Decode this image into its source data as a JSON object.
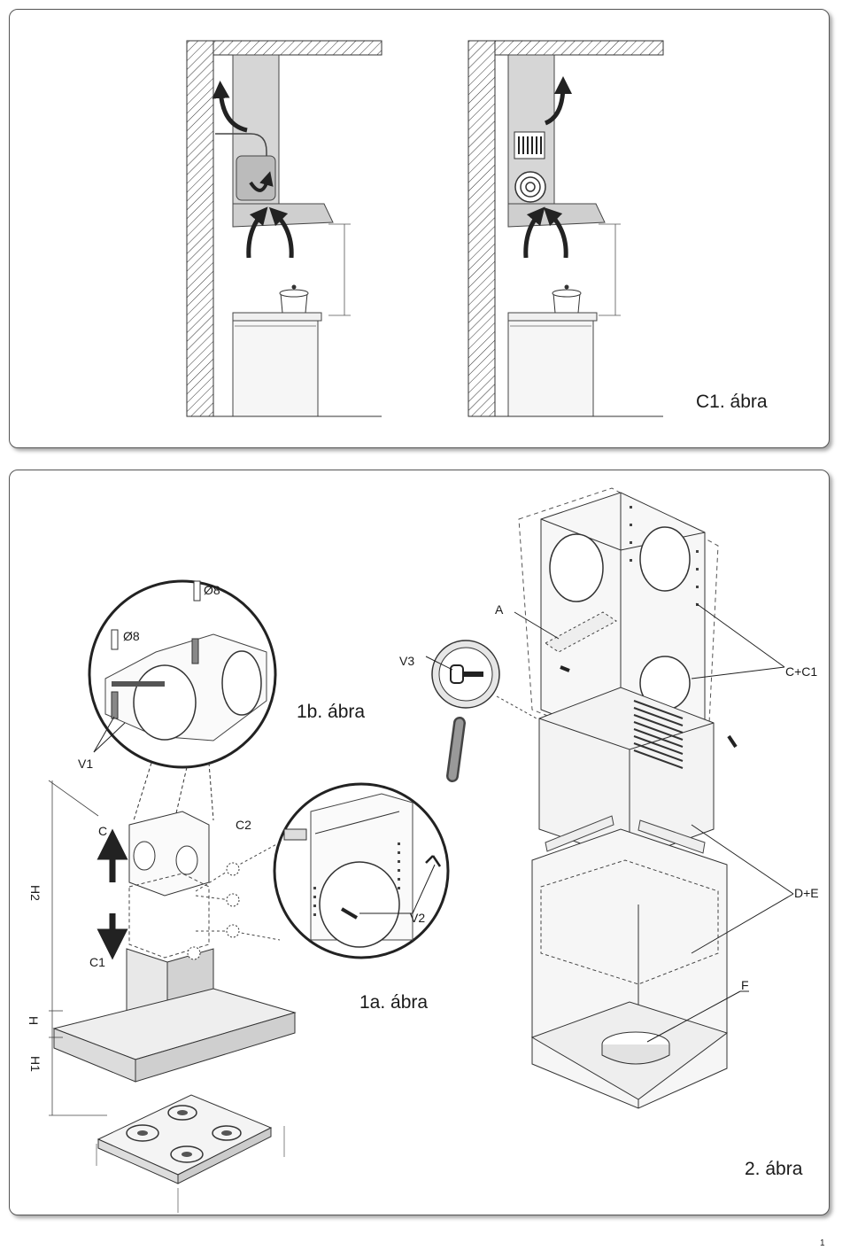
{
  "figures": {
    "c1_caption": "C1. ábra",
    "fig1b_caption": "1b. ábra",
    "fig1a_caption": "1a. ábra",
    "fig2_caption": "2. ábra"
  },
  "labels": {
    "dia1": "Ø8",
    "dia2": "Ø8",
    "v1": "V1",
    "v2": "V2",
    "v3": "V3",
    "c": "C",
    "c2": "C2",
    "c1": "C1",
    "h2": "H2",
    "h": "H",
    "h1": "H1",
    "a": "A",
    "c_c1": "C+C1",
    "d_e": "D+E",
    "f": "F"
  },
  "page_number": "1"
}
